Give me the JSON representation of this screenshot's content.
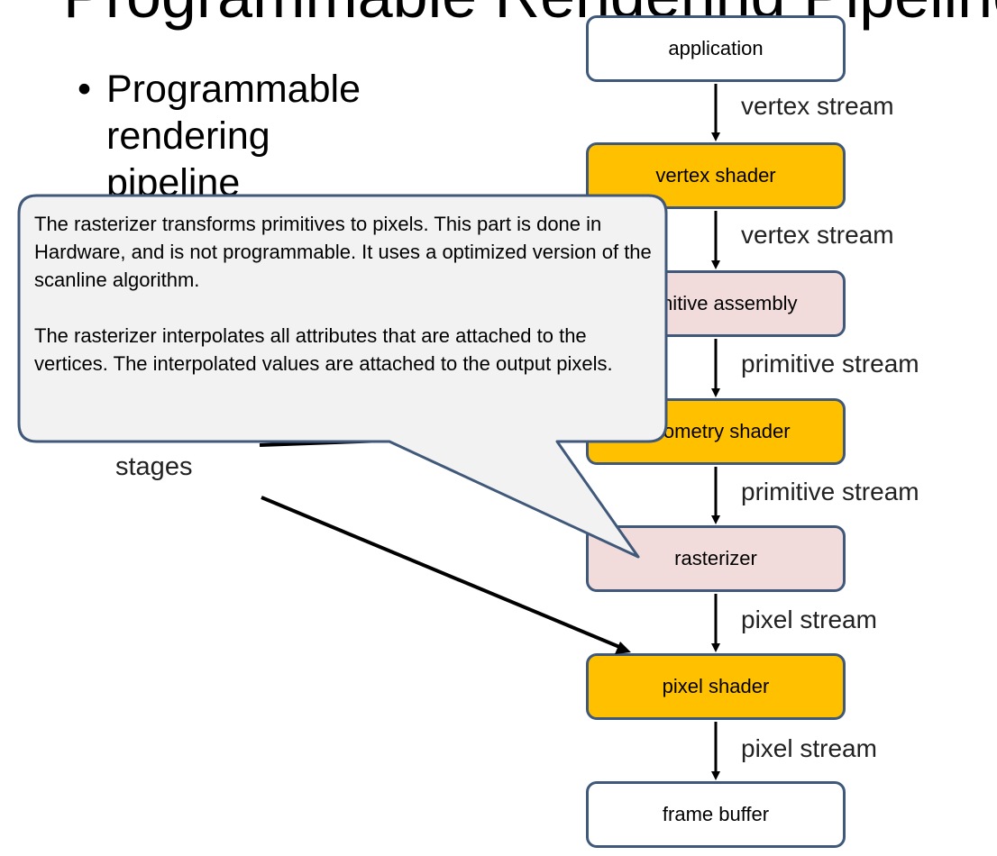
{
  "slide": {
    "title": "Programmable Rendering Pipeline",
    "bullet_lines": [
      "Programmable",
      "rendering",
      "pipeline"
    ],
    "subtext": "stages"
  },
  "pipeline": {
    "stages": [
      {
        "label": "application",
        "kind": "fixed"
      },
      {
        "label": "vertex shader",
        "kind": "programmable"
      },
      {
        "label": "primitive assembly",
        "kind": "hardware"
      },
      {
        "label": "geometry shader",
        "kind": "programmable"
      },
      {
        "label": "rasterizer",
        "kind": "hardware"
      },
      {
        "label": "pixel shader",
        "kind": "programmable"
      },
      {
        "label": "frame buffer",
        "kind": "fixed"
      }
    ],
    "flows": [
      "vertex stream",
      "vertex stream",
      "primitive stream",
      "primitive stream",
      "pixel stream",
      "pixel stream"
    ]
  },
  "callout": {
    "paragraphs": [
      "The rasterizer transforms primitives to pixels. This part is done in Hardware, and is not programmable. It uses a optimized version of the scanline algorithm.",
      "The rasterizer interpolates all attributes that are attached to the vertices. The interpolated values are attached to the output pixels."
    ]
  },
  "colors": {
    "programmable": "#ffc000",
    "hardware": "#f2dcdb",
    "fixed": "#ffffff",
    "border": "#40587a",
    "callout_fill": "#f2f2f2"
  }
}
